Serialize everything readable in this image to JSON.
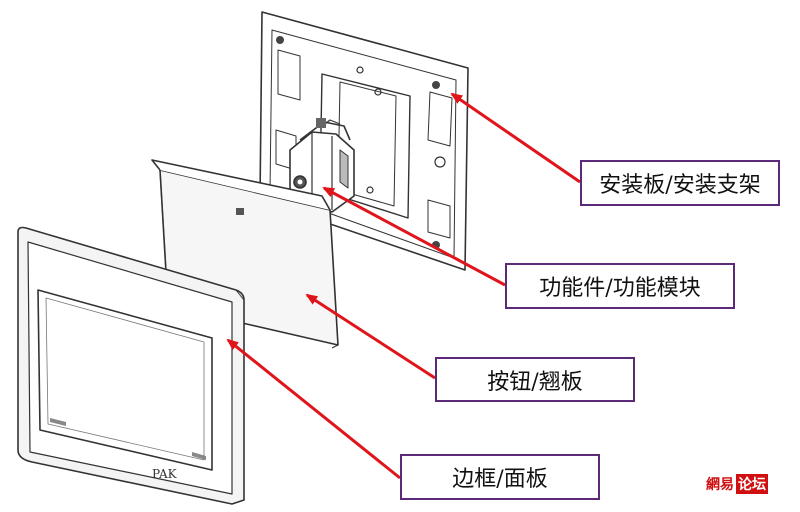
{
  "labels": {
    "mounting_plate": "安装板/安装支架",
    "function_module": "功能件/功能模块",
    "button_rocker": "按钮/翘板",
    "frame_panel": "边框/面板"
  },
  "product_mark": "PAK",
  "watermark": {
    "part1": "網易",
    "part2": "论坛"
  },
  "colors": {
    "arrow": "#e0151b",
    "callout_border": "#5a2a78",
    "watermark": "#d01010",
    "line_art": "#333333"
  }
}
